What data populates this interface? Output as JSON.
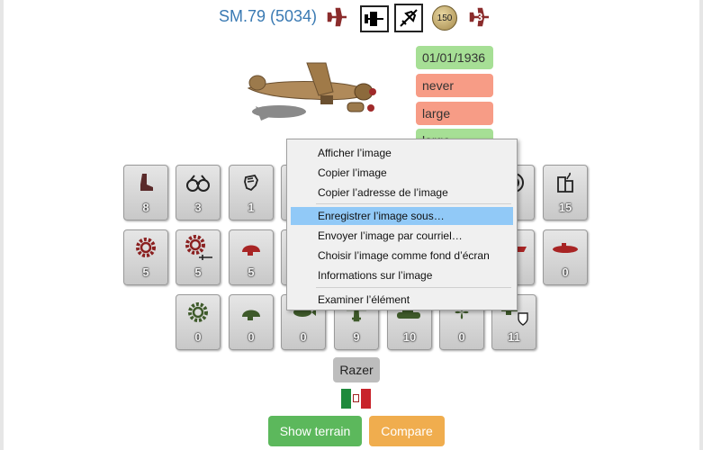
{
  "header": {
    "title": "SM.79 (5034)",
    "medal_value": "150",
    "count_value": "3"
  },
  "info_tags": {
    "date": "01/01/1936",
    "tag2": "never",
    "tag3": "large",
    "tag4": "large"
  },
  "tiles": [
    {
      "icon": "boot-icon",
      "count": "8"
    },
    {
      "icon": "binoculars-icon",
      "count": "3"
    },
    {
      "icon": "fist-icon",
      "count": "1"
    },
    {
      "icon": "target-icon",
      "count": ""
    },
    {
      "icon": "building-fire-icon",
      "count": "15"
    },
    {
      "icon": "gear-icon",
      "count": "5"
    },
    {
      "icon": "gear-sword-icon",
      "count": "5"
    },
    {
      "icon": "red-helmet-icon",
      "count": "5"
    },
    {
      "icon": "red-ship-icon",
      "count": ""
    },
    {
      "icon": "red-submarine-icon",
      "count": "0"
    },
    {
      "icon": "green-gear-icon",
      "count": "0"
    },
    {
      "icon": "green-helmet-icon",
      "count": "0"
    },
    {
      "icon": "bomb-icon",
      "count": "0"
    },
    {
      "icon": "green-plane-icon",
      "count": "9"
    },
    {
      "icon": "green-tank-icon",
      "count": "10"
    },
    {
      "icon": "propeller-icon",
      "count": "0"
    },
    {
      "icon": "helmet-shield-icon",
      "count": "11"
    }
  ],
  "buttons": {
    "razer": "Razer",
    "show_terrain": "Show terrain",
    "compare": "Compare"
  },
  "colors": {
    "title": "#3a7ab3",
    "green_tag": "#a6df95",
    "red_tag": "#f79c86",
    "show_terrain": "#5cb85c",
    "compare": "#f0ad4e",
    "razer": "#bdbdbd",
    "menu_highlight": "#91c9f7"
  },
  "context_menu": {
    "items": [
      "Afficher l’image",
      "Copier l’image",
      "Copier l’adresse de l’image",
      "Enregistrer l’image sous…",
      "Envoyer l’image par courriel…",
      "Choisir l’image comme fond d’écran",
      "Informations sur l’image",
      "Examiner l’élément"
    ],
    "highlighted": "Enregistrer l’image sous…"
  }
}
